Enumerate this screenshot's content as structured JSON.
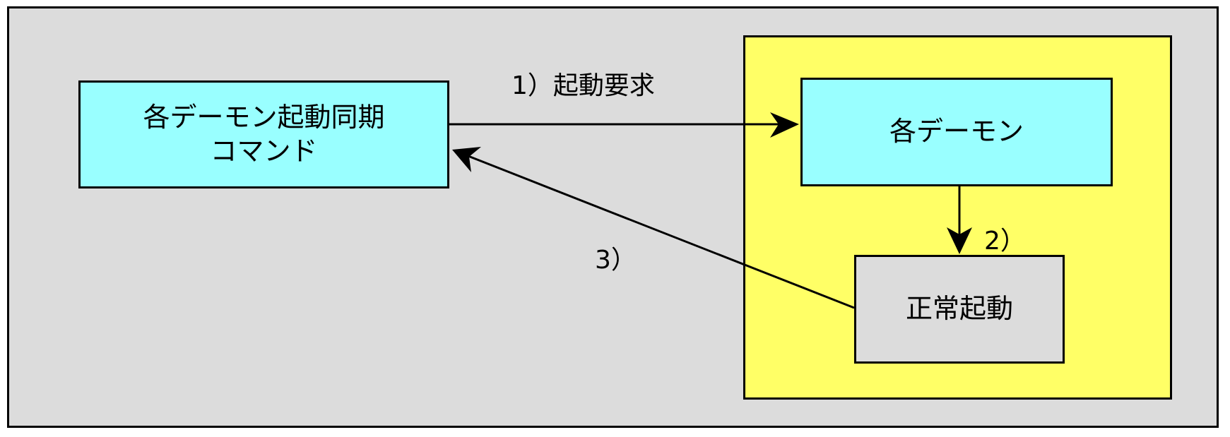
{
  "nodes": {
    "command": "各デーモン起動同期\nコマンド",
    "daemon": "各デーモン",
    "normal_start": "正常起動"
  },
  "edges": {
    "step1": "1）起動要求",
    "step2": "2）",
    "step3": "3）"
  },
  "colors": {
    "background": "#dcdcdc",
    "group": "#ffff66",
    "node_cyan": "#99ffff",
    "node_gray": "#dcdcdc",
    "stroke": "#000000"
  }
}
